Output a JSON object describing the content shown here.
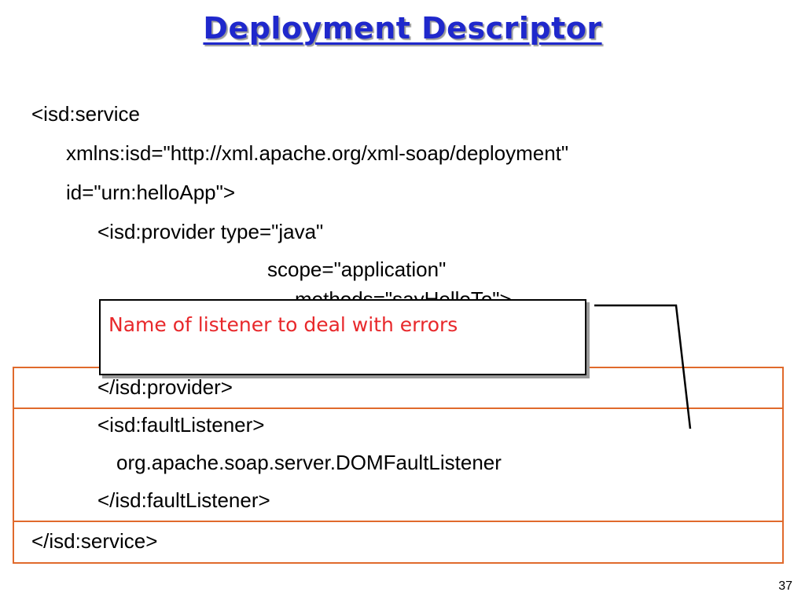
{
  "slide": {
    "title": "Deployment Descriptor",
    "page_number": "37"
  },
  "code": {
    "line1": "<isd:service",
    "line2": "xmlns:isd=\"http://xml.apache.org/xml-soap/deployment\"",
    "line3": "id=\"urn:helloApp\">",
    "line4": "<isd:provider type=\"java\"",
    "line5": "scope=\"application\"",
    "line6_partial": "methods=\"sayHelloTo\">",
    "line7": "</isd:provider>",
    "line8": "<isd:faultListener>",
    "line9": "org.apache.soap.server.DOMFaultListener",
    "line10": "</isd:faultListener>",
    "line11": "</isd:service>"
  },
  "callout": {
    "text": "Name of listener to deal with errors",
    "text_color": "#e8282b"
  },
  "colors": {
    "title": "#1f28cc",
    "box_border": "#e06a2c"
  }
}
